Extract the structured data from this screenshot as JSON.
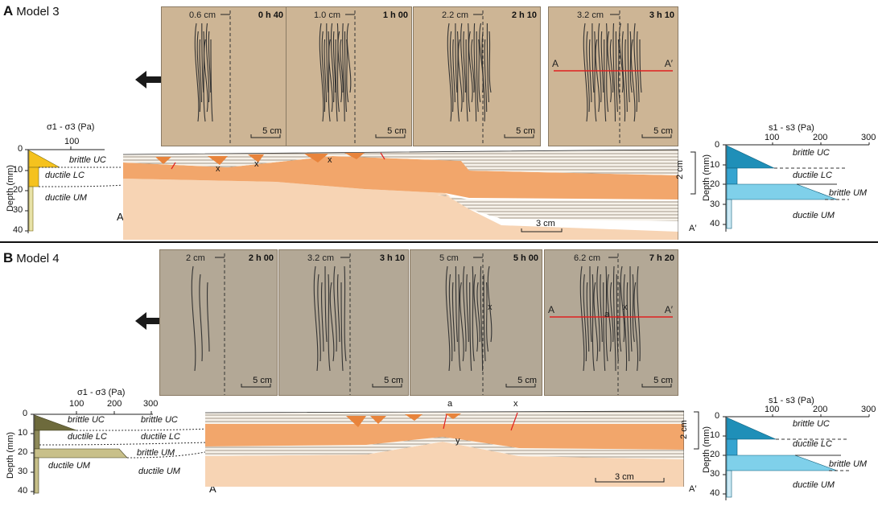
{
  "panel_a": {
    "letter": "A",
    "title": "Model 3",
    "photos": [
      {
        "offset": "0.6 cm",
        "time": "0 h 40",
        "scale": "5 cm"
      },
      {
        "offset": "1.0 cm",
        "time": "1 h 00",
        "scale": "5 cm"
      },
      {
        "offset": "2.2 cm",
        "time": "2 h 10",
        "scale": "5 cm"
      },
      {
        "offset": "3.2 cm",
        "time": "3 h 10",
        "scale": "5 cm",
        "line_start": "A",
        "line_end": "A′"
      }
    ],
    "left_profile": {
      "axis_title": "σ1 - σ3 (Pa)",
      "tick_top": "100",
      "depth_label": "Depth (mm)",
      "depth_ticks": [
        "0",
        "10",
        "20",
        "30",
        "40"
      ],
      "layers": [
        "brittle UC",
        "ductile LC",
        "ductile UM"
      ]
    },
    "section": {
      "marker_x": "x",
      "scale": "3 cm",
      "thickness": "2 cm",
      "left_end": "A",
      "right_end": "A′"
    },
    "right_profile": {
      "axis_title": "s1 - s3 (Pa)",
      "ticks": [
        "100",
        "200",
        "300"
      ],
      "depth_label": "Depth (mm)",
      "depth_ticks": [
        "0",
        "10",
        "20",
        "30",
        "40"
      ],
      "layers": [
        "brittle UC",
        "ductile LC",
        "brittle UM",
        "ductile UM"
      ]
    }
  },
  "panel_b": {
    "letter": "B",
    "title": "Model 4",
    "photos": [
      {
        "offset": "2 cm",
        "time": "2 h 00",
        "scale": "5 cm"
      },
      {
        "offset": "3.2 cm",
        "time": "3 h 10",
        "scale": "5 cm"
      },
      {
        "offset": "5 cm",
        "time": "5 h 00",
        "scale": "5 cm",
        "marker": "x"
      },
      {
        "offset": "6.2 cm",
        "time": "7 h 20",
        "scale": "5 cm",
        "line_start": "A",
        "line_end": "A′",
        "marker": "x",
        "marker2": "a"
      }
    ],
    "left_profile": {
      "axis_title": "σ1 - σ3 (Pa)",
      "ticks": [
        "100",
        "200",
        "300"
      ],
      "depth_label": "Depth (mm)",
      "depth_ticks": [
        "0",
        "10",
        "20",
        "30",
        "40"
      ],
      "layers": [
        "brittle UC",
        "ductile LC",
        "ductile UM"
      ],
      "section_layers": [
        "brittle UC",
        "ductile LC",
        "brittle UM",
        "ductile UM"
      ]
    },
    "section": {
      "marker_a": "a",
      "marker_x": "x",
      "marker_y": "y",
      "scale": "3 cm",
      "thickness": "2 cm",
      "left_end": "A",
      "right_end": "A′"
    },
    "right_profile": {
      "axis_title": "s1 - s3 (Pa)",
      "ticks": [
        "100",
        "200",
        "300"
      ],
      "depth_label": "Depth (mm)",
      "depth_ticks": [
        "0",
        "10",
        "20",
        "30",
        "40"
      ],
      "layers": [
        "brittle UC",
        "ductile LC",
        "brittle UM",
        "ductile UM"
      ]
    }
  },
  "colors": {
    "photo_a": "#cdb595",
    "photo_b": "#b3a896",
    "upper_crust_orange": "#f2a66b",
    "mantle_peach": "#f7d4b4",
    "uc_yellow": "#f5c21e",
    "um_olive": "#c8c08a",
    "uc_olive_dark": "#6d6a3c",
    "blue_dark": "#1f8fb8",
    "blue_light": "#7fd0ea",
    "red_line": "#e02020"
  }
}
